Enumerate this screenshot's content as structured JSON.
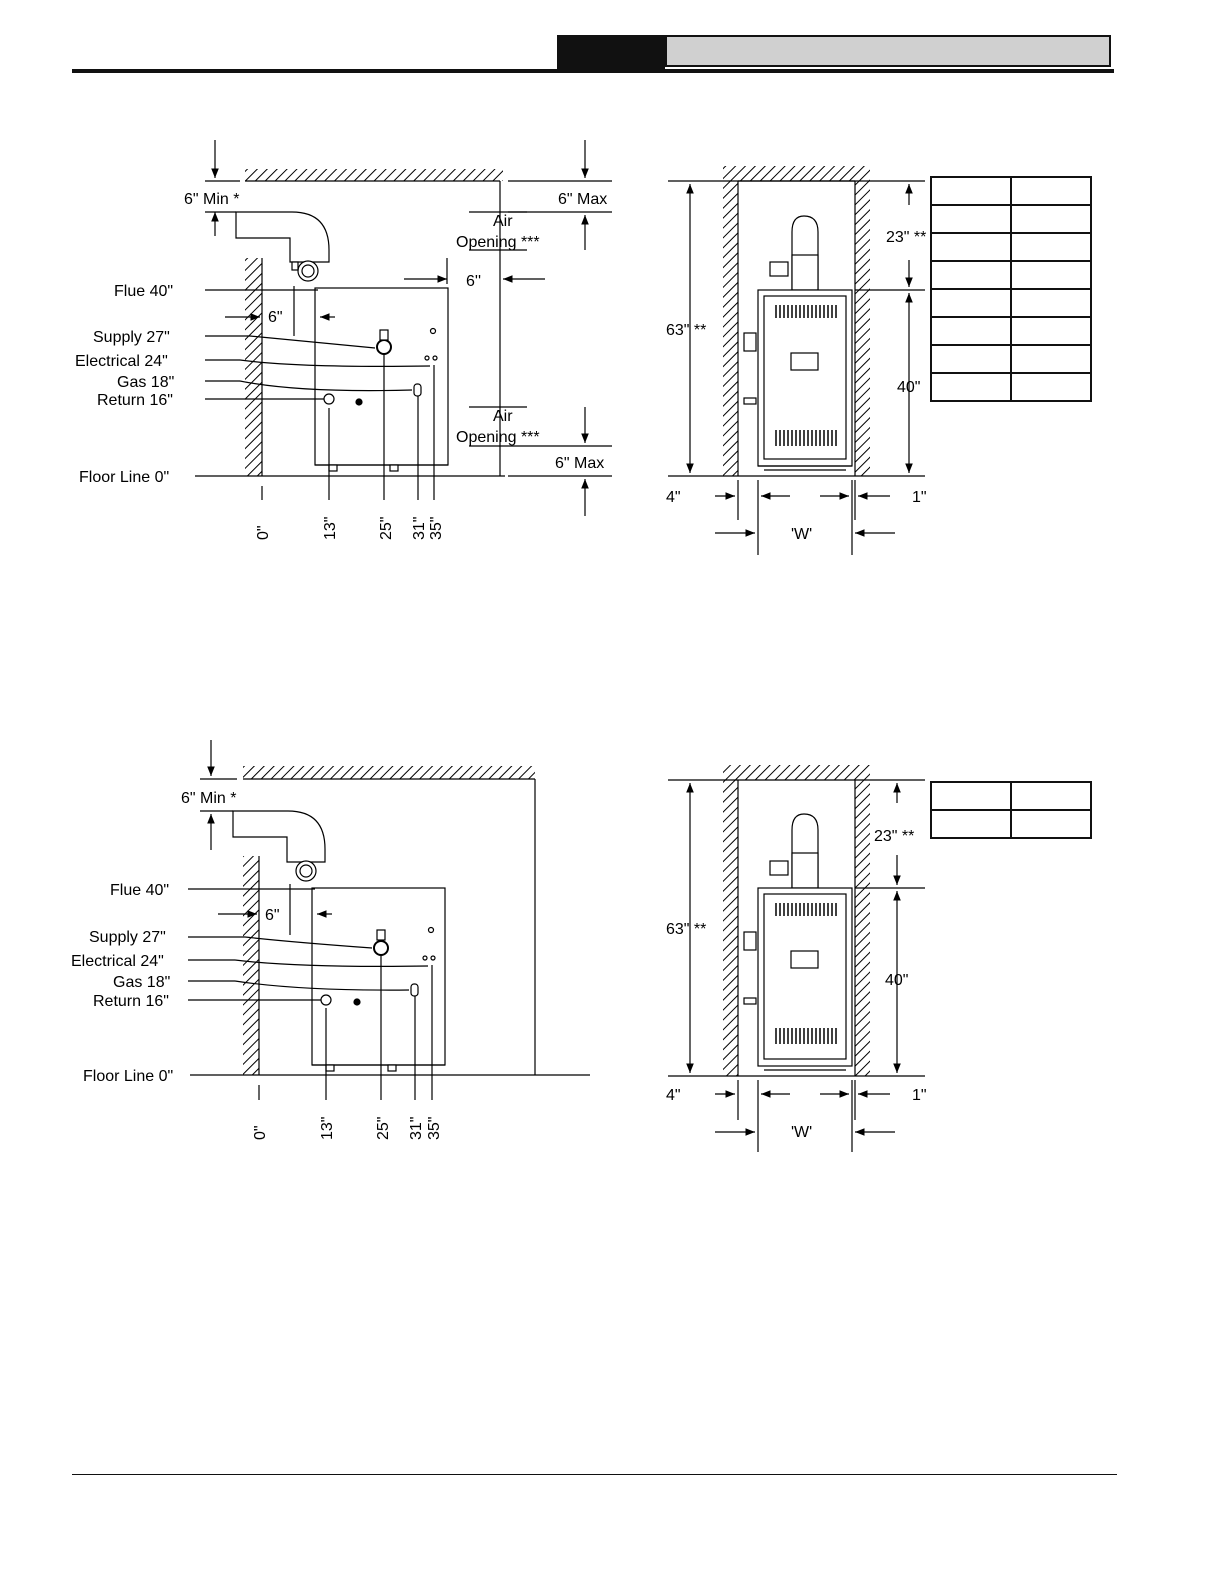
{
  "header": {
    "section_box": "",
    "title_box": ""
  },
  "diagrams": [
    {
      "id": "top-side-view",
      "labels": {
        "top_clearance": "6\" Min *",
        "ceiling_gap_top": "6\" Max",
        "air_opening_top_1": "Air",
        "air_opening_top_2": "Opening ***",
        "side_gap": "6''",
        "air_opening_bot_1": "Air",
        "air_opening_bot_2": "Opening ***",
        "ceiling_gap_bottom": "6\" Max",
        "flue": "Flue 40\"",
        "rear_clearance": "6\"",
        "supply": "Supply 27\"",
        "electrical": "Electrical 24\"",
        "gas": "Gas 18\"",
        "return": "Return 16\"",
        "floor": "Floor Line 0\"",
        "x0": "0\"",
        "x13": "13\"",
        "x25": "25\"",
        "x31": "31\"",
        "x35": "35\""
      }
    },
    {
      "id": "top-front-view",
      "labels": {
        "height_total": "63\" **",
        "height_top": "23\" **",
        "height_boiler": "40\"",
        "left_gap": "4\"",
        "right_gap": "1\"",
        "width": "'W'"
      }
    },
    {
      "id": "bottom-side-view",
      "labels": {
        "top_clearance": "6\" Min *",
        "flue": "Flue 40\"",
        "rear_clearance": "6\"",
        "supply": "Supply 27\"",
        "electrical": "Electrical 24\"",
        "gas": "Gas 18\"",
        "return": "Return 16\"",
        "floor": "Floor Line 0\"",
        "x0": "0\"",
        "x13": "13\"",
        "x25": "25\"",
        "x31": "31\"",
        "x35": "35\""
      }
    },
    {
      "id": "bottom-front-view",
      "labels": {
        "height_total": "63\" **",
        "height_top": "23\" **",
        "height_boiler": "40\"",
        "left_gap": "4\"",
        "right_gap": "1\"",
        "width": "'W'"
      }
    }
  ],
  "tables": {
    "top": [
      [
        "",
        ""
      ],
      [
        "",
        ""
      ],
      [
        "",
        ""
      ],
      [
        "",
        ""
      ],
      [
        "",
        ""
      ],
      [
        "",
        ""
      ],
      [
        "",
        ""
      ],
      [
        "",
        ""
      ]
    ],
    "bottom": [
      [
        "",
        ""
      ],
      [
        "",
        ""
      ]
    ]
  }
}
